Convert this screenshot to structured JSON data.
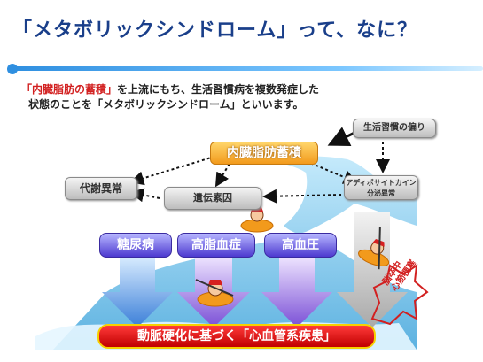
{
  "title": "「メタボリックシンドローム」って、なに？",
  "intro": {
    "line1_highlight": "「内臓脂肪の蓄積」",
    "line1_rest": "を上流にもち、生活習慣病を複数発症した",
    "line2": "状態のことを「メタボリックシンドローム」といいます。"
  },
  "diagram": {
    "source": "内臓脂肪蓄積",
    "lifestyle": "生活習慣の偏り",
    "metabolic_abnormality": "代謝異常",
    "genetic_factor": "遺伝素因",
    "adipocytokine_line1": "アディポサイトカイン",
    "adipocytokine_line2": "分泌異常",
    "diseases": [
      "糖尿病",
      "高脂血症",
      "高血圧"
    ],
    "sudden_event_line1": "脳卒中",
    "sudden_event_line2": "心筋梗塞",
    "outcome": "動脈硬化に基づく「心血管系疾患」"
  },
  "colors": {
    "title": "#1a3f8a",
    "accent_line": "#2f8fe0",
    "highlight": "#d22020",
    "orange_box": "#f29a1c",
    "disease_box": "#4d3ad0",
    "outcome_box": "#c00000",
    "water": "#6fc1ea"
  }
}
